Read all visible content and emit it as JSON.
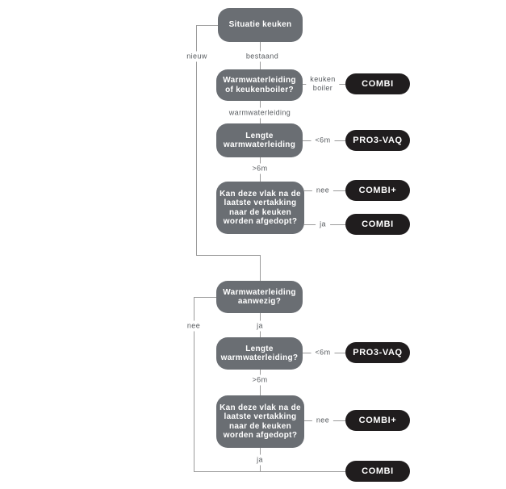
{
  "colors": {
    "node-bg": "#6a6e73",
    "node-text": "#ffffff",
    "pill-bg": "#201d1e",
    "pill-text": "#ffffff",
    "line": "#9b9b9b",
    "edge-text": "#565a5e",
    "canvas-bg": "#ffffff"
  },
  "nodes": {
    "situatie": {
      "label": "Situatie keuken"
    },
    "leiding_of_boiler": {
      "label": "Warmwaterleiding\nof keukenboiler?"
    },
    "lengte_1": {
      "label": "Lengte\nwarmwaterleiding"
    },
    "afdoppen_1": {
      "label": "Kan deze vlak na de\nlaatste vertakking\nnaar de keuken\nworden afgedopt?"
    },
    "aanwezig": {
      "label": "Warmwaterleiding\naanwezig?"
    },
    "lengte_2": {
      "label": "Lengte\nwarmwaterleiding?"
    },
    "afdoppen_2": {
      "label": "Kan deze vlak na de\nlaatste vertakking\nnaar de keuken\nworden afgedopt?"
    }
  },
  "results": {
    "combi_1": {
      "label": "COMBI"
    },
    "pro3vaq_1": {
      "label": "PRO3-VAQ"
    },
    "combi_plus_1": {
      "label": "COMBI+"
    },
    "combi_2": {
      "label": "COMBI"
    },
    "pro3vaq_2": {
      "label": "PRO3-VAQ"
    },
    "combi_plus_2": {
      "label": "COMBI+"
    },
    "combi_3": {
      "label": "COMBI"
    }
  },
  "edges": {
    "nieuw": {
      "label": "nieuw"
    },
    "bestaand": {
      "label": "bestaand"
    },
    "keuken_boiler": {
      "label": "keuken\nboiler"
    },
    "warmwaterleiding": {
      "label": "warmwaterleiding"
    },
    "lt6m_1": {
      "label": "<6m"
    },
    "gt6m_1": {
      "label": ">6m"
    },
    "nee_1": {
      "label": "nee"
    },
    "ja_1": {
      "label": "ja"
    },
    "nee_2": {
      "label": "nee"
    },
    "ja_2": {
      "label": "ja"
    },
    "lt6m_2": {
      "label": "<6m"
    },
    "gt6m_2": {
      "label": ">6m"
    },
    "nee_3": {
      "label": "nee"
    },
    "ja_3": {
      "label": "ja"
    }
  }
}
